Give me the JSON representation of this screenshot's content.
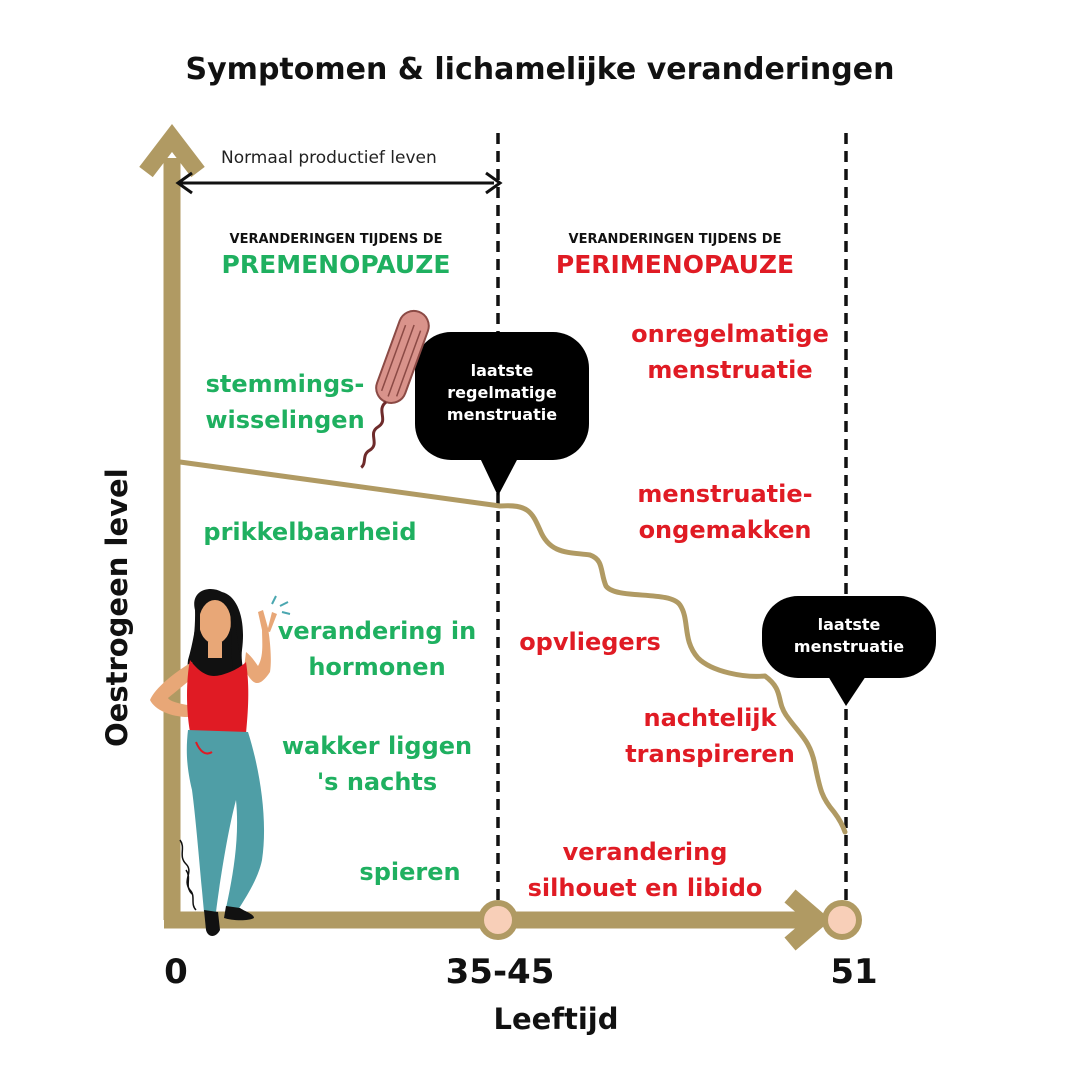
{
  "title": "Symptomen & lichamelijke veranderingen",
  "span_label": "Normaal productief leven",
  "premenopauze": {
    "header_small": "VERANDERINGEN TIJDENS DE",
    "header_big": "PREMENOPAUZE",
    "symptoms": [
      "stemmings-\nwisselingen",
      "prikkelbaarheid",
      "verandering in\nhormonen",
      "wakker liggen\n's nachts",
      "spieren"
    ]
  },
  "perimenopauze": {
    "header_small": "VERANDERINGEN TIJDENS DE",
    "header_big": "PERIMENOPAUZE",
    "symptoms": [
      "onregelmatige\nmenstruatie",
      "menstruatie-\nongemakken",
      "opvliegers",
      "nachtelijk\ntranspireren",
      "verandering\nsilhouet en libido"
    ]
  },
  "bubbles": {
    "last_regular": "laatste\nregelmatige\nmenstruatie",
    "last": "laatste\nmenstruatie"
  },
  "axes": {
    "y_label": "Oestrogeen level",
    "x_label": "Leeftijd",
    "ticks": [
      "0",
      "35-45",
      "51"
    ]
  },
  "colors": {
    "axis": "#b09a63",
    "green": "#1fb060",
    "red": "#e01b24",
    "bubble": "#000000",
    "marker_fill": "#f8cfb8"
  },
  "icons": [
    "tampon-icon",
    "woman-illustration"
  ]
}
